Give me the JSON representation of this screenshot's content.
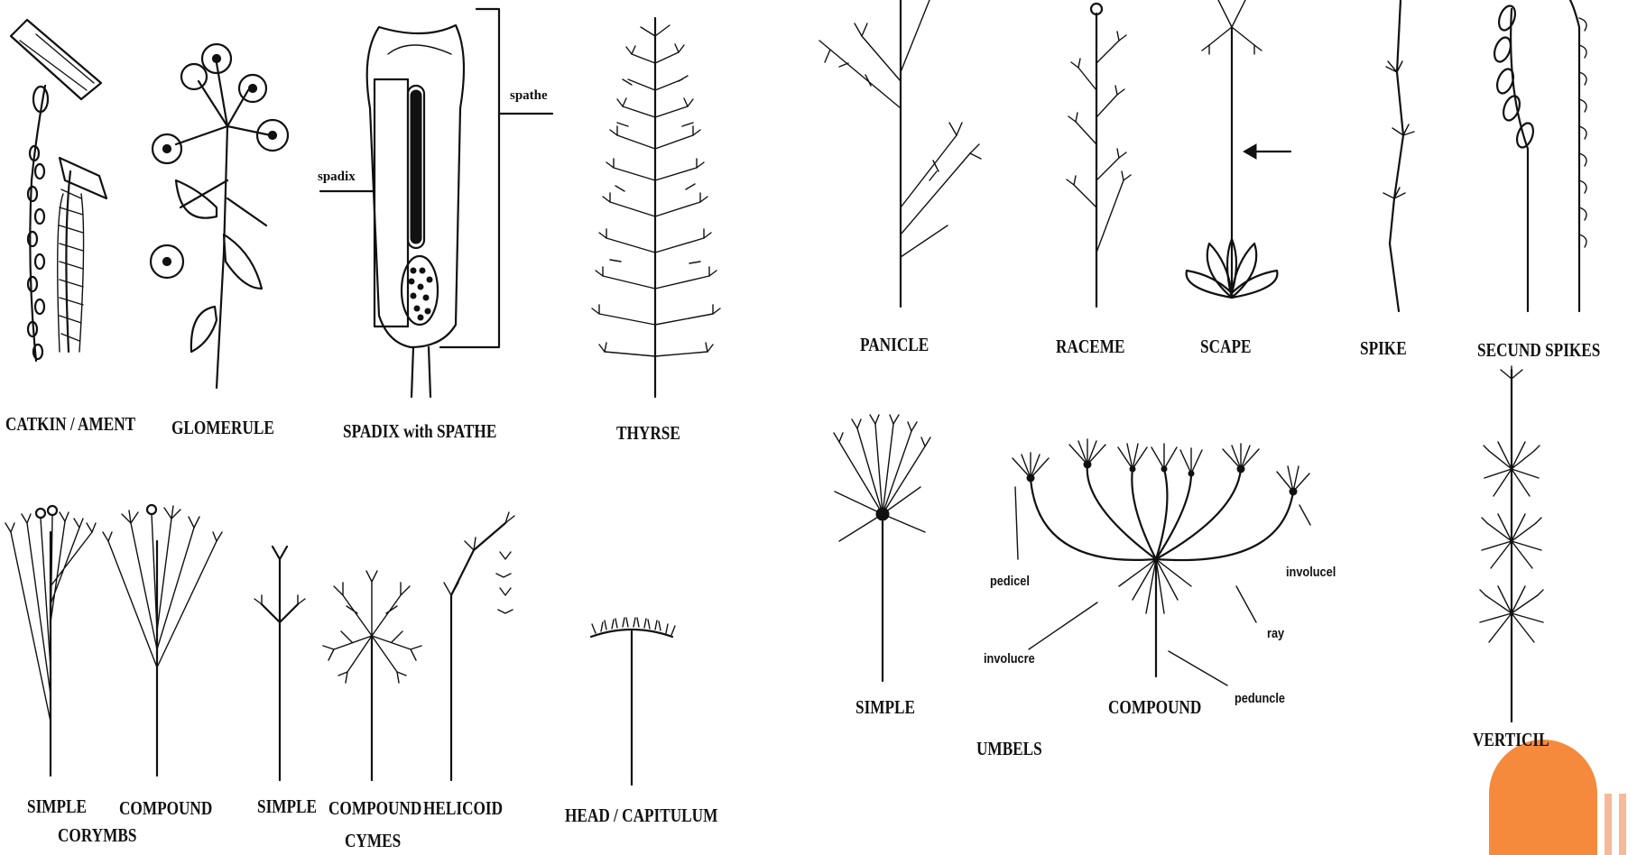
{
  "diagram": {
    "labels": {
      "catkin": "CATKIN / AMENT",
      "glomerule": "GLOMERULE",
      "spadix_with_spathe": "SPADIX with SPATHE",
      "thyrse": "THYRSE",
      "panicle": "PANICLE",
      "raceme": "RACEME",
      "scape": "SCAPE",
      "spike": "SPIKE",
      "secund_spikes": "SECUND SPIKES",
      "corymb_simple": "SIMPLE",
      "corymb_compound": "COMPOUND",
      "corymbs": "CORYMBS",
      "cyme_simple": "SIMPLE",
      "cyme_compound": "COMPOUND",
      "cyme_helicoid": "HELICOID",
      "cymes": "CYMES",
      "head": "HEAD / CAPITULUM",
      "umbel_simple": "SIMPLE",
      "umbel_compound": "COMPOUND",
      "umbels": "UMBELS",
      "verticil": "VERTICIL"
    },
    "annotations": {
      "spadix": "spadix",
      "spathe": "spathe",
      "pedicel": "pedicel",
      "involucel": "involucel",
      "involucre": "involucre",
      "ray": "ray",
      "peduncle": "peduncle"
    }
  },
  "colors": {
    "ink": "#111111",
    "accent_orange": "#F58A3C",
    "accent_bars": "#F6B99A",
    "background": "#FFFFFF"
  }
}
